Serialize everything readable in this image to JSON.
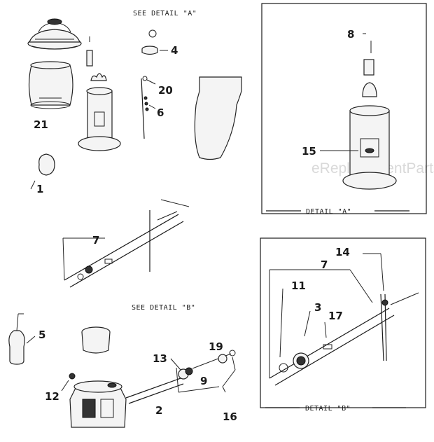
{
  "captions": {
    "see_detail_a": "SEE DETAIL \"A\"",
    "see_detail_b": "SEE DETAIL \"B\"",
    "detail_a": "DETAIL \"A\"",
    "detail_b": "DETAIL \"B\""
  },
  "watermark": "eReplacementParts.com",
  "part_numbers": {
    "p1": "1",
    "p2": "2",
    "p3": "3",
    "p4": "4",
    "p5": "5",
    "p6": "6",
    "p7_main": "7",
    "p7_detail": "7",
    "p8": "8",
    "p9": "9",
    "p11": "11",
    "p12": "12",
    "p13": "13",
    "p14": "14",
    "p15": "15",
    "p16": "16",
    "p17": "17",
    "p19": "19",
    "p20": "20",
    "p21": "21"
  }
}
